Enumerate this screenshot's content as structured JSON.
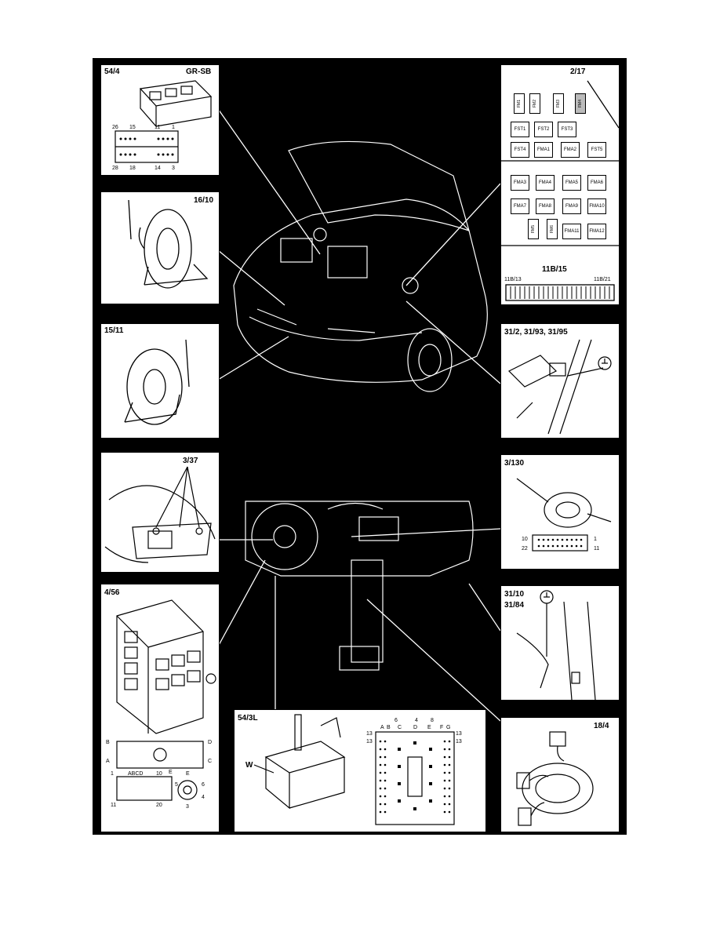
{
  "panels": {
    "p54_4": {
      "label": "54/4",
      "color": "GR-SB",
      "pins": [
        "26",
        "15",
        "11",
        "1",
        "28",
        "18",
        "14",
        "3"
      ]
    },
    "p16_10": {
      "label": "16/10"
    },
    "p15_11": {
      "label": "15/11"
    },
    "p2_17": {
      "label": "2/17",
      "fuses": [
        "FM1",
        "FM2",
        "FM3",
        "FM4",
        "FST1",
        "FST2",
        "FST3",
        "FST4",
        "FMA1",
        "FMA2",
        "FST5",
        "FMA3",
        "FMA4",
        "FMA5",
        "FMA6",
        "FMA7",
        "FMA8",
        "FMA9",
        "FMA10",
        "FM5",
        "FM6",
        "FMA11",
        "FMA12"
      ],
      "strip_label": "11B/15",
      "strip_left": "11B/13",
      "strip_right": "11B/21"
    },
    "p31_2": {
      "label": "31/2, 31/93, 31/95"
    },
    "p3_37": {
      "label": "3/37"
    },
    "p3_130": {
      "label": "3/130",
      "pins": [
        "10",
        "1",
        "22",
        "11"
      ]
    },
    "p4_56": {
      "label": "4/56",
      "letters": [
        "B",
        "D",
        "A",
        "C",
        "E"
      ],
      "pins": [
        "1",
        "ABCD",
        "10",
        "11",
        "20"
      ],
      "small_pins": [
        "E",
        "5",
        "6",
        "4",
        "3"
      ]
    },
    "p31_10": {
      "label": "31/10",
      "label2": "31/84"
    },
    "p54_3L": {
      "label": "54/3L",
      "w": "W",
      "top_numbers": [
        "6",
        "4",
        "8"
      ],
      "letters": [
        "A",
        "B",
        "C",
        "D",
        "E",
        "F",
        "G"
      ],
      "side_left": [
        "13",
        "13"
      ],
      "side_right": [
        "13",
        "13"
      ]
    },
    "p18_4": {
      "label": "18/4"
    }
  }
}
